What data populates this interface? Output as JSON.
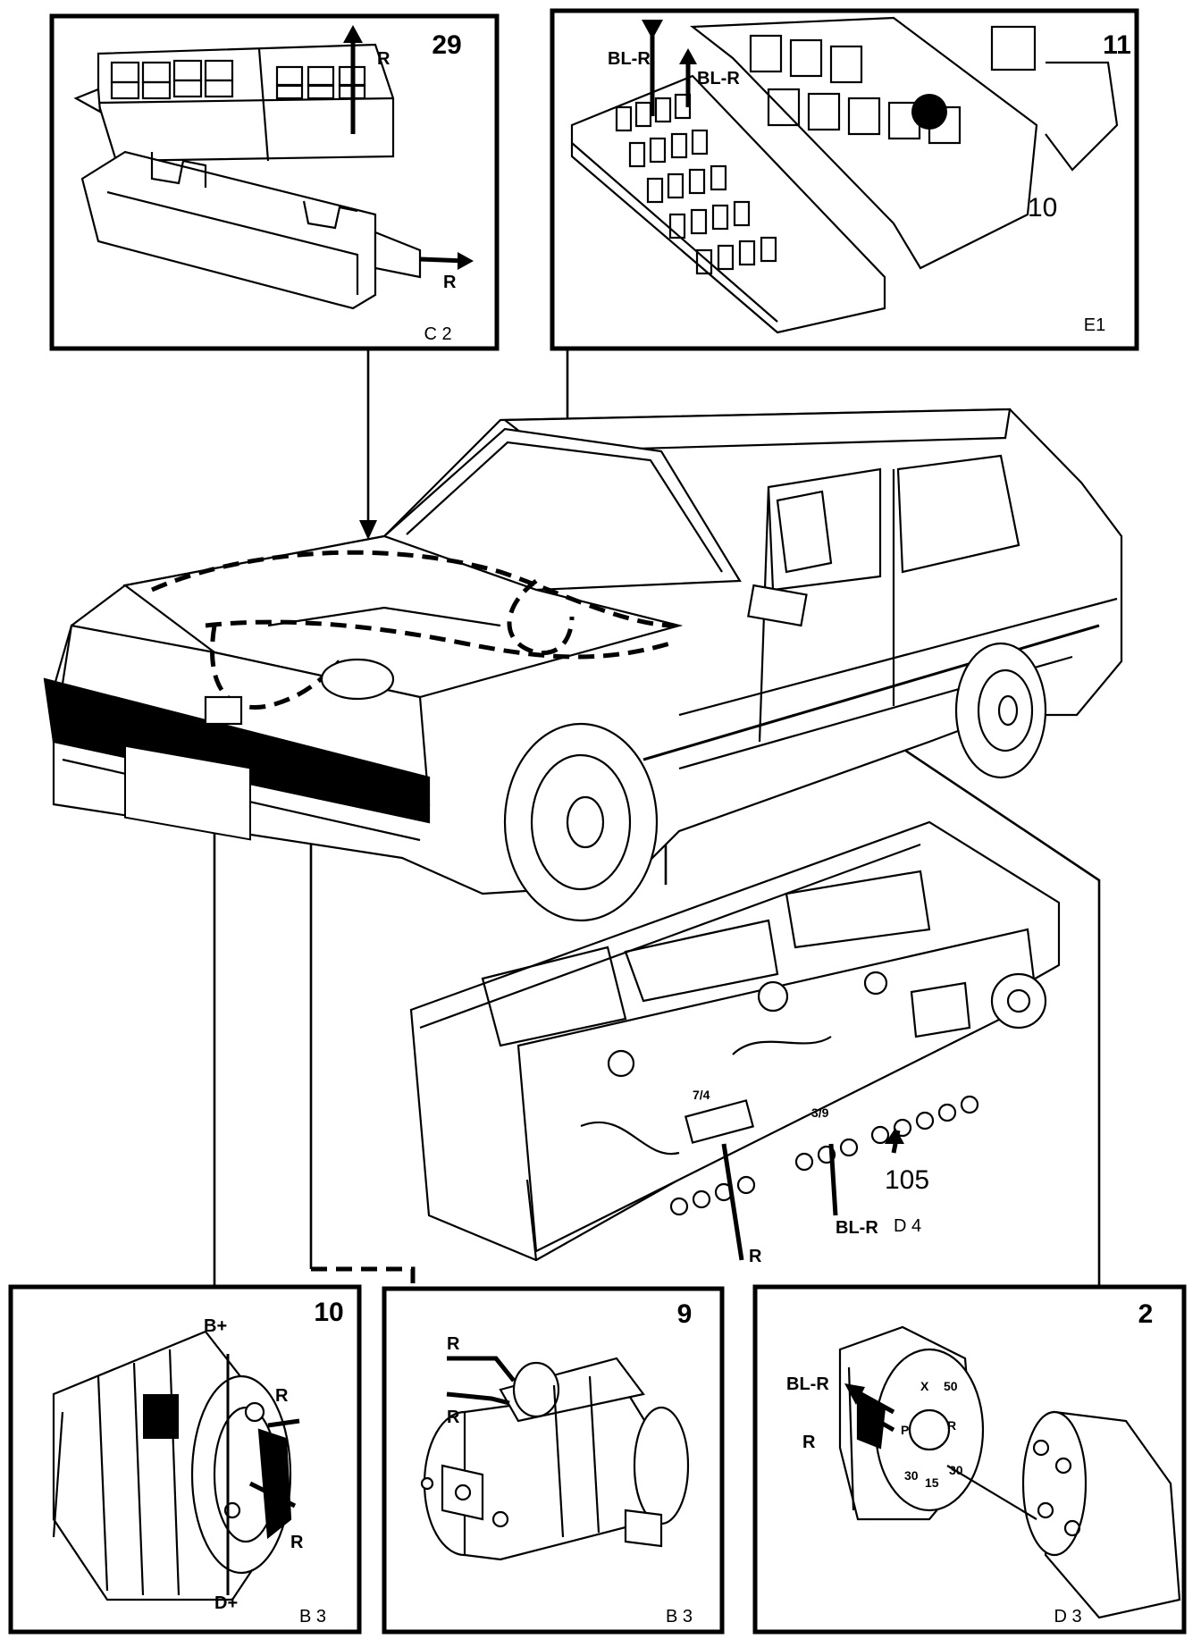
{
  "panels": {
    "fuse_box": {
      "number": "29",
      "grid": "C 2",
      "wire_top": "R",
      "wire_bottom": "R"
    },
    "central_electrical": {
      "number": "11",
      "grid": "E1",
      "wire_1": "BL-R",
      "wire_2": "BL-R",
      "callout": "10"
    },
    "alternator": {
      "number": "10",
      "grid": "B 3",
      "b_plus": "B+",
      "d_plus": "D+",
      "wire_1": "R",
      "wire_2": "R"
    },
    "starter": {
      "number": "9",
      "grid": "B 3",
      "wire_1": "R",
      "wire_2": "R"
    },
    "ignition_switch": {
      "number": "2",
      "grid": "D 3",
      "wire_1": "BL-R",
      "wire_2": "R",
      "terminals": [
        "X",
        "50",
        "P",
        "R",
        "30",
        "15",
        "30"
      ]
    }
  },
  "instrument_cluster": {
    "callout": "105",
    "grid": "D 4",
    "wire_1": "BL-R",
    "wire_2": "R",
    "pin_a": "7/4",
    "pin_b": "3/9"
  },
  "colors": {
    "line": "#000000",
    "background": "#ffffff"
  }
}
